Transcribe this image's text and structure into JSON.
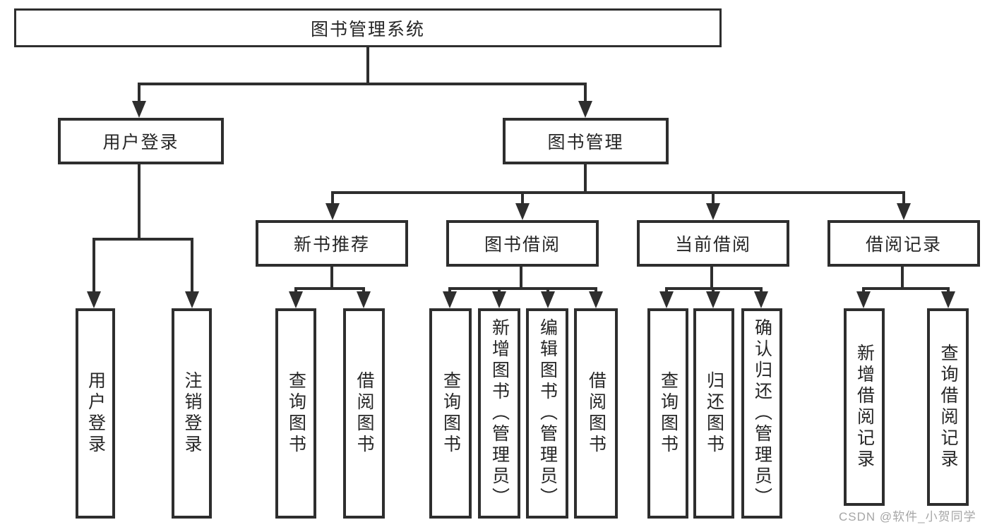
{
  "diagram": {
    "root": {
      "label": "图书管理系统"
    },
    "children": [
      {
        "label": "用户登录",
        "children": [
          {
            "label": "用户登录"
          },
          {
            "label": "注销登录"
          }
        ]
      },
      {
        "label": "图书管理",
        "children": [
          {
            "label": "新书推荐",
            "children": [
              {
                "label": "查询图书"
              },
              {
                "label": "借阅图书"
              }
            ]
          },
          {
            "label": "图书借阅",
            "children": [
              {
                "label": "查询图书"
              },
              {
                "label": "新增图书（管理员）"
              },
              {
                "label": "编辑图书（管理员）"
              },
              {
                "label": "借阅图书"
              }
            ]
          },
          {
            "label": "当前借阅",
            "children": [
              {
                "label": "查询图书"
              },
              {
                "label": "归还图书"
              },
              {
                "label": "确认归还（管理员）"
              }
            ]
          },
          {
            "label": "借阅记录",
            "children": [
              {
                "label": "新增借阅记录"
              },
              {
                "label": "查询借阅记录"
              }
            ]
          }
        ]
      }
    ]
  },
  "watermark": {
    "text": "CSDN @软件_小贺同学"
  },
  "colors": {
    "line": "#2e2e2e",
    "text": "#262626",
    "background": "#ffffff",
    "watermark": "#a6a6a6"
  }
}
